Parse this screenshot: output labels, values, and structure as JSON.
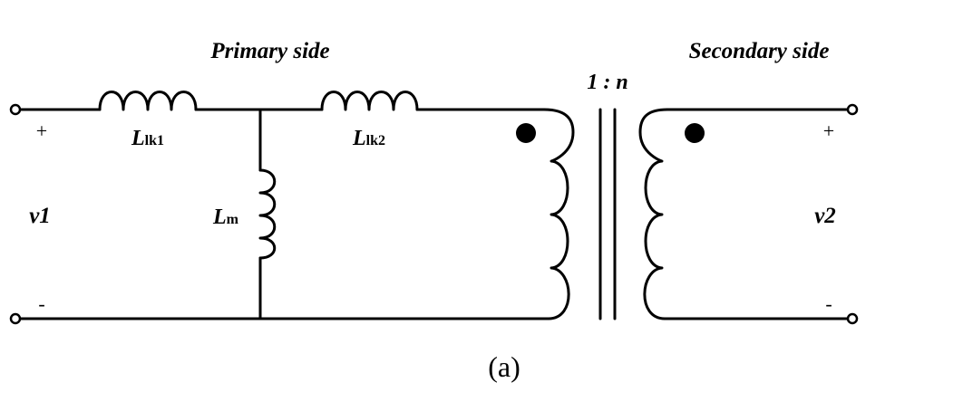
{
  "labels": {
    "primary_side": "Primary side",
    "secondary_side": "Secondary side",
    "ratio": "1 : n",
    "llk1_main": "L",
    "llk1_sub": "lk1",
    "llk2_main": "L",
    "llk2_sub": "lk2",
    "lm_main": "L",
    "lm_sub": "m",
    "v1": "v1",
    "v2": "v2",
    "plus_left": "+",
    "minus_left": "-",
    "plus_right": "+",
    "minus_right": "-",
    "caption": "(a)"
  }
}
